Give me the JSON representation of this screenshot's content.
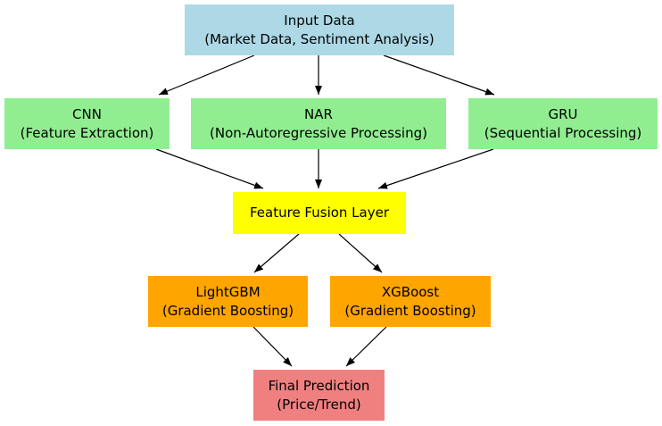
{
  "colors": {
    "input": "#add8e6",
    "model": "#90ee90",
    "fusion": "#ffff00",
    "booster": "#ffa500",
    "output": "#f08080",
    "edge": "#000000"
  },
  "nodes": {
    "input": {
      "title": "Input Data",
      "subtitle": "(Market Data, Sentiment Analysis)"
    },
    "cnn": {
      "title": "CNN",
      "subtitle": "(Feature Extraction)"
    },
    "nar": {
      "title": "NAR",
      "subtitle": "(Non-Autoregressive Processing)"
    },
    "gru": {
      "title": "GRU",
      "subtitle": "(Sequential Processing)"
    },
    "fusion": {
      "title": "Feature Fusion Layer"
    },
    "lightgbm": {
      "title": "LightGBM",
      "subtitle": "(Gradient Boosting)"
    },
    "xgboost": {
      "title": "XGBoost",
      "subtitle": "(Gradient Boosting)"
    },
    "final": {
      "title": "Final Prediction",
      "subtitle": "(Price/Trend)"
    }
  },
  "edges": [
    {
      "from": "input",
      "to": "cnn"
    },
    {
      "from": "input",
      "to": "nar"
    },
    {
      "from": "input",
      "to": "gru"
    },
    {
      "from": "cnn",
      "to": "fusion"
    },
    {
      "from": "nar",
      "to": "fusion"
    },
    {
      "from": "gru",
      "to": "fusion"
    },
    {
      "from": "fusion",
      "to": "lightgbm"
    },
    {
      "from": "fusion",
      "to": "xgboost"
    },
    {
      "from": "lightgbm",
      "to": "final"
    },
    {
      "from": "xgboost",
      "to": "final"
    }
  ]
}
